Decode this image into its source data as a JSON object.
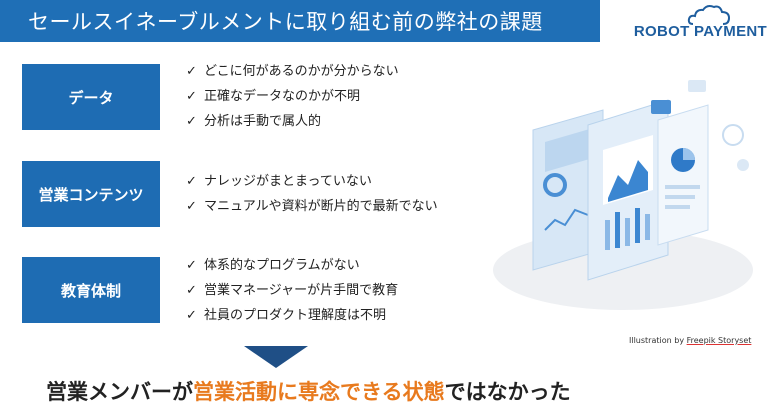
{
  "header": {
    "title": "セールスイネーブルメントに取り組む前の弊社の課題"
  },
  "logo": {
    "text": "ROBOT PAYMENT",
    "icon": "cloud-icon",
    "color": "#1f5e9e"
  },
  "colors": {
    "primary_blue": "#1f6fb6",
    "accent_orange": "#e87a1e",
    "arrow": "#1f4f86"
  },
  "categories": [
    {
      "label": "データ",
      "items": [
        "どこに何があるのかが分からない",
        "正確なデータなのかが不明",
        "分析は手動で属人的"
      ]
    },
    {
      "label": "営業コンテンツ",
      "items": [
        "ナレッジがまとまっていない",
        "マニュアルや資料が断片的で最新でない"
      ]
    },
    {
      "label": "教育体制",
      "items": [
        "体系的なプログラムがない",
        "営業マネージャーが片手間で教育",
        "社員のプロダクト理解度は不明"
      ]
    }
  ],
  "check_mark": "✓",
  "credit": {
    "prefix": "Illustration by ",
    "name": "Freepik Storyset"
  },
  "conclusion": {
    "part1": "営業メンバーが",
    "highlight": "営業活動に専念できる状態",
    "part2": "ではなかった"
  }
}
